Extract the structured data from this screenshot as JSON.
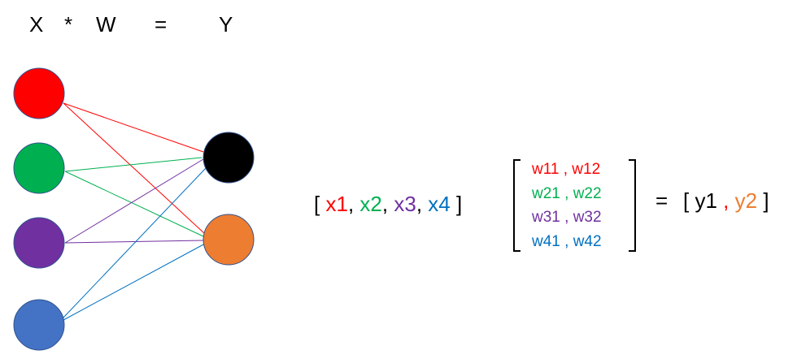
{
  "header": {
    "x": "X",
    "op_mul": "*",
    "w": "W",
    "op_eq": "=",
    "y": "Y"
  },
  "colors": {
    "red": "#ff0000",
    "green": "#00b050",
    "purple": "#7030a0",
    "blue": "#4472c4",
    "black": "#000000",
    "orange": "#ed7d31",
    "blue_text": "#0070c0"
  },
  "network": {
    "inputs": [
      {
        "name": "x1",
        "color": "#ff0000"
      },
      {
        "name": "x2",
        "color": "#00b050"
      },
      {
        "name": "x3",
        "color": "#7030a0"
      },
      {
        "name": "x4",
        "color": "#4472c4"
      }
    ],
    "outputs": [
      {
        "name": "y1",
        "color": "#000000"
      },
      {
        "name": "y2",
        "color": "#ed7d31"
      }
    ]
  },
  "equation": {
    "x_vector": {
      "open": "[",
      "close": "]",
      "sep": ",",
      "items": [
        "x1",
        "x2",
        "x3",
        "x4"
      ]
    },
    "w_matrix": [
      {
        "w1": "w11",
        "sep": " , ",
        "w2": "w12"
      },
      {
        "w1": "w21",
        "sep": " , ",
        "w2": "w22"
      },
      {
        "w1": "w31",
        "sep": " , ",
        "w2": "w32"
      },
      {
        "w1": "w41",
        "sep": " , ",
        "w2": "w42"
      }
    ],
    "eq_sign": "=",
    "y_vector": {
      "open": "[",
      "close": "]",
      "sep": " , ",
      "items": [
        "y1",
        "y2"
      ]
    }
  }
}
